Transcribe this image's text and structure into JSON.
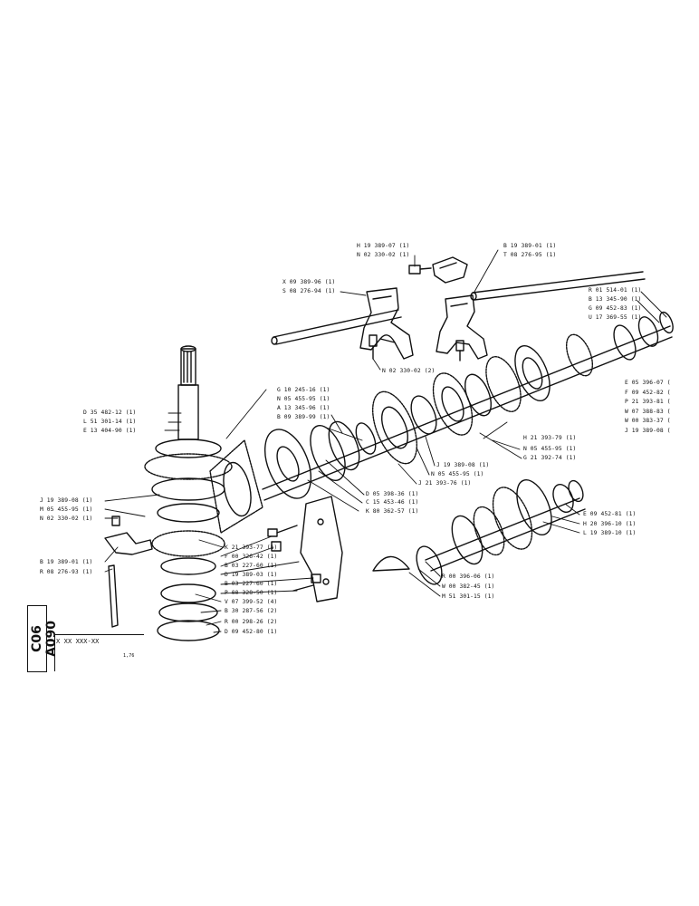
{
  "page_code": "C06 A090",
  "ref_code": "X XX XXX-XX",
  "ref_date": "1,76",
  "labels": {
    "h1938907": "H 19 389-07 (1)",
    "n0233002a": "N 02 330-02 (1)",
    "b1938901a": "B 19 389-01 (1)",
    "t0827695": "T 08 276-95 (1)",
    "x0938996": "X 09 389-96 (1)",
    "s0827694": "S 08 276-94 (1)",
    "r0151401": "R 01 514-01 (1)",
    "b1334590": "B 13 345-90 (1)",
    "g0945283": "G 09 452-83 (1)",
    "u1736955": "U 17 369-55 (1)",
    "e0539607": "E 05 396-07 (",
    "f0945282": "F 09 452-82 (",
    "p2139381": "P 21 393-81 (",
    "w0738883": "W 07 388-83 (",
    "w0038337": "W 00 383-37 (",
    "j1938908r": "J 19 389-08 (",
    "n0233002b": "N 02 330-02 (2)",
    "g1024516": "G 10 245-16 (1)",
    "n0545595a": "N 05 455-95 (1)",
    "a1334596": "A 13 345-96 (1)",
    "b0938999": "B 09 389-99 (1)",
    "d3548212": "D 35 482-12 (1)",
    "l5130114a": "L 51 301-14 (1)",
    "e1340490": "E 13 404-90 (1)",
    "h2139379": "H 21 393-79 (1)",
    "n0545595b": "N 05 455-95 (1)",
    "g2139274": "G 21 392-74 (1)",
    "j1938908m": "J 19 389-08 (1)",
    "n0545595c": "N 05 455-95 (1)",
    "j2139376": "J 21 393-76 (1)",
    "d0539836": "D 05 398-36 (1)",
    "c1545346": "C 15 453-46 (1)",
    "k8036257": "K 80 362-57 (1)",
    "e0945281": "E 09 452-81 (1)",
    "h2039610": "H 20 396-10 (1)",
    "l1938910": "L 19 389-10 (1)",
    "j1938908l": "J 19 389-08 (1)",
    "m0545595l": "M 05 455-95 (1)",
    "n0233002c": "N 02 330-02 (1)",
    "b1938901b": "B 19 389-01 (1)",
    "r0827693": "R 08 276-93 (1)",
    "k2139377": "K 21 393-77 (1)",
    "f0032642": "F 00 326-42 (1)",
    "b0322760a": "B 03 227-60 (1)",
    "d1938903": "D 19 389-03 (1)",
    "b0322760b": "B 03 227-60 (1)",
    "p0032850": "P 00 328-50 (1)",
    "v0739952": "V 07 399-52 (4)",
    "b3028756": "B 30 287-56 (2)",
    "r0029826": "R 00 298-26 (2)",
    "d0945280": "D 09 452-80 (1)",
    "r0039606": "R 00 396-06 (1)",
    "w0038245": "W 00 382-45 (1)",
    "m5130115": "M 51 301-15 (1)"
  }
}
